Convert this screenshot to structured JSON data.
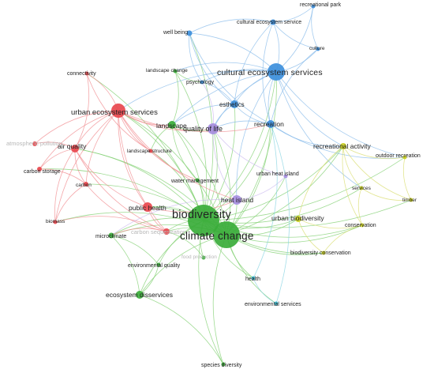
{
  "diagram": {
    "clusters": {
      "red": {
        "color": "#e8474d",
        "edge": "#f08a8d"
      },
      "green": {
        "color": "#3aad3a",
        "edge": "#7fcf6f"
      },
      "blue": {
        "color": "#3d8fdc",
        "edge": "#86b9ea"
      },
      "yellow": {
        "color": "#c9cf1f",
        "edge": "#d8dc6c"
      },
      "purple": {
        "color": "#a68ee0",
        "edge": "#c9b8ef"
      },
      "cyan": {
        "color": "#3ab7cf",
        "edge": "#86d3e2"
      }
    },
    "nodes": [
      {
        "id": "biodiversity",
        "label": "biodiversity",
        "cluster": "green",
        "weight": 10
      },
      {
        "id": "climate_change",
        "label": "climate change",
        "cluster": "green",
        "weight": 9
      },
      {
        "id": "cultural_es",
        "label": "cultural ecosystem services",
        "cluster": "blue",
        "weight": 6
      },
      {
        "id": "urban_es",
        "label": "urban ecosystem services",
        "cluster": "red",
        "weight": 5
      },
      {
        "id": "recreational_park",
        "label": "recreational park",
        "cluster": "blue",
        "weight": 1
      },
      {
        "id": "cultural_ess",
        "label": "cultural ecosystem service",
        "cluster": "blue",
        "weight": 2
      },
      {
        "id": "well_being",
        "label": "well being",
        "cluster": "blue",
        "weight": 2
      },
      {
        "id": "culture",
        "label": "culture",
        "cluster": "blue",
        "weight": 1
      },
      {
        "id": "connectivity",
        "label": "connectivity",
        "cluster": "red",
        "weight": 1
      },
      {
        "id": "landscape_change",
        "label": "landscape change",
        "cluster": "green",
        "weight": 1
      },
      {
        "id": "psychology",
        "label": "psychology",
        "cluster": "blue",
        "weight": 1
      },
      {
        "id": "esthetics",
        "label": "esthetics",
        "cluster": "blue",
        "weight": 3
      },
      {
        "id": "landscape",
        "label": "landscape",
        "cluster": "green",
        "weight": 3
      },
      {
        "id": "quality_of_life",
        "label": "quality of life",
        "cluster": "purple",
        "weight": 4
      },
      {
        "id": "recreation",
        "label": "recreation",
        "cluster": "blue",
        "weight": 3
      },
      {
        "id": "recreational_activity",
        "label": "recreational activity",
        "cluster": "yellow",
        "weight": 2
      },
      {
        "id": "atmospheric_pollution",
        "label": "atmospheric pollution",
        "cluster": "red",
        "weight": 1
      },
      {
        "id": "air_quality",
        "label": "air quality",
        "cluster": "red",
        "weight": 3
      },
      {
        "id": "landscape_structure",
        "label": "landscape structure",
        "cluster": "red",
        "weight": 1
      },
      {
        "id": "outdoor_recreation",
        "label": "outdoor recreation",
        "cluster": "yellow",
        "weight": 1
      },
      {
        "id": "carbon_storage",
        "label": "carbon storage",
        "cluster": "red",
        "weight": 1
      },
      {
        "id": "urban_heat_island",
        "label": "urban heat island",
        "cluster": "purple",
        "weight": 1
      },
      {
        "id": "water_management",
        "label": "water management",
        "cluster": "green",
        "weight": 1
      },
      {
        "id": "carbon",
        "label": "carbon",
        "cluster": "red",
        "weight": 1
      },
      {
        "id": "services",
        "label": "services",
        "cluster": "yellow",
        "weight": 1
      },
      {
        "id": "heat_island",
        "label": "heat island",
        "cluster": "purple",
        "weight": 3
      },
      {
        "id": "public_health",
        "label": "public health",
        "cluster": "red",
        "weight": 3
      },
      {
        "id": "timber",
        "label": "timber",
        "cluster": "yellow",
        "weight": 1
      },
      {
        "id": "urban_biodiversity",
        "label": "urban biodiversity",
        "cluster": "yellow",
        "weight": 2
      },
      {
        "id": "biomass",
        "label": "biomass",
        "cluster": "red",
        "weight": 1
      },
      {
        "id": "conservation",
        "label": "conservation",
        "cluster": "yellow",
        "weight": 1
      },
      {
        "id": "carbon_sequestration",
        "label": "carbon sequestration",
        "cluster": "red",
        "weight": 2
      },
      {
        "id": "microclimate",
        "label": "microclimate",
        "cluster": "green",
        "weight": 2
      },
      {
        "id": "food_production",
        "label": "food production",
        "cluster": "green",
        "weight": 1
      },
      {
        "id": "biodiversity_conservation",
        "label": "biodiversity conservation",
        "cluster": "yellow",
        "weight": 1
      },
      {
        "id": "environmental_quality",
        "label": "environmental quality",
        "cluster": "green",
        "weight": 1
      },
      {
        "id": "health",
        "label": "health",
        "cluster": "cyan",
        "weight": 1
      },
      {
        "id": "ecosystem_disservices",
        "label": "ecosystem disservices",
        "cluster": "green",
        "weight": 3
      },
      {
        "id": "environmental_services",
        "label": "environmental services",
        "cluster": "cyan",
        "weight": 1
      },
      {
        "id": "species_diversity",
        "label": "species diversity",
        "cluster": "green",
        "weight": 1
      }
    ],
    "edges": [
      [
        "biodiversity",
        "climate_change"
      ],
      [
        "biodiversity",
        "cultural_es"
      ],
      [
        "biodiversity",
        "urban_es"
      ],
      [
        "biodiversity",
        "quality_of_life"
      ],
      [
        "biodiversity",
        "landscape"
      ],
      [
        "biodiversity",
        "recreation"
      ],
      [
        "biodiversity",
        "esthetics"
      ],
      [
        "biodiversity",
        "air_quality"
      ],
      [
        "biodiversity",
        "public_health"
      ],
      [
        "biodiversity",
        "heat_island"
      ],
      [
        "biodiversity",
        "urban_biodiversity"
      ],
      [
        "biodiversity",
        "conservation"
      ],
      [
        "biodiversity",
        "services"
      ],
      [
        "biodiversity",
        "recreational_activity"
      ],
      [
        "biodiversity",
        "microclimate"
      ],
      [
        "biodiversity",
        "ecosystem_disservices"
      ],
      [
        "biodiversity",
        "environmental_quality"
      ],
      [
        "biodiversity",
        "species_diversity"
      ],
      [
        "biodiversity",
        "carbon_sequestration"
      ],
      [
        "biodiversity",
        "water_management"
      ],
      [
        "biodiversity",
        "landscape_structure"
      ],
      [
        "biodiversity",
        "carbon_storage"
      ],
      [
        "biodiversity",
        "connectivity"
      ],
      [
        "biodiversity",
        "well_being"
      ],
      [
        "biodiversity",
        "health"
      ],
      [
        "biodiversity",
        "food_production"
      ],
      [
        "biodiversity",
        "landscape_change"
      ],
      [
        "biodiversity",
        "biodiversity_conservation"
      ],
      [
        "biodiversity",
        "timber"
      ],
      [
        "biodiversity",
        "outdoor_recreation"
      ],
      [
        "climate_change",
        "urban_es"
      ],
      [
        "climate_change",
        "cultural_es"
      ],
      [
        "climate_change",
        "heat_island"
      ],
      [
        "climate_change",
        "public_health"
      ],
      [
        "climate_change",
        "air_quality"
      ],
      [
        "climate_change",
        "carbon_sequestration"
      ],
      [
        "climate_change",
        "microclimate"
      ],
      [
        "climate_change",
        "ecosystem_disservices"
      ],
      [
        "climate_change",
        "urban_biodiversity"
      ],
      [
        "climate_change",
        "conservation"
      ],
      [
        "climate_change",
        "recreation"
      ],
      [
        "climate_change",
        "quality_of_life"
      ],
      [
        "climate_change",
        "biodiversity_conservation"
      ],
      [
        "climate_change",
        "environmental_services"
      ],
      [
        "climate_change",
        "health"
      ],
      [
        "climate_change",
        "carbon"
      ],
      [
        "climate_change",
        "biomass"
      ],
      [
        "climate_change",
        "landscape"
      ],
      [
        "climate_change",
        "species_diversity"
      ],
      [
        "climate_change",
        "recreational_activity"
      ],
      [
        "climate_change",
        "urban_heat_island"
      ],
      [
        "cultural_es",
        "cultural_ess"
      ],
      [
        "cultural_es",
        "recreational_park"
      ],
      [
        "cultural_es",
        "well_being"
      ],
      [
        "cultural_es",
        "culture"
      ],
      [
        "cultural_es",
        "esthetics"
      ],
      [
        "cultural_es",
        "recreation"
      ],
      [
        "cultural_es",
        "psychology"
      ],
      [
        "cultural_es",
        "landscape_change"
      ],
      [
        "cultural_es",
        "quality_of_life"
      ],
      [
        "cultural_es",
        "recreational_activity"
      ],
      [
        "cultural_es",
        "urban_es"
      ],
      [
        "cultural_es",
        "landscape"
      ],
      [
        "cultural_es",
        "outdoor_recreation"
      ],
      [
        "cultural_es",
        "heat_island"
      ],
      [
        "cultural_es",
        "services"
      ],
      [
        "cultural_ess",
        "recreational_park"
      ],
      [
        "cultural_ess",
        "well_being"
      ],
      [
        "cultural_ess",
        "culture"
      ],
      [
        "cultural_ess",
        "recreation"
      ],
      [
        "cultural_ess",
        "esthetics"
      ],
      [
        "well_being",
        "esthetics"
      ],
      [
        "well_being",
        "psychology"
      ],
      [
        "well_being",
        "recreation"
      ],
      [
        "culture",
        "recreation"
      ],
      [
        "esthetics",
        "recreation"
      ],
      [
        "esthetics",
        "quality_of_life"
      ],
      [
        "esthetics",
        "landscape"
      ],
      [
        "esthetics",
        "psychology"
      ],
      [
        "recreation",
        "recreational_activity"
      ],
      [
        "recreation",
        "outdoor_recreation"
      ],
      [
        "recreation",
        "quality_of_life"
      ],
      [
        "urban_es",
        "connectivity"
      ],
      [
        "urban_es",
        "air_quality"
      ],
      [
        "urban_es",
        "atmospheric_pollution"
      ],
      [
        "urban_es",
        "carbon_storage"
      ],
      [
        "urban_es",
        "carbon"
      ],
      [
        "urban_es",
        "public_health"
      ],
      [
        "urban_es",
        "landscape"
      ],
      [
        "urban_es",
        "landscape_structure"
      ],
      [
        "urban_es",
        "quality_of_life"
      ],
      [
        "urban_es",
        "biomass"
      ],
      [
        "urban_es",
        "carbon_sequestration"
      ],
      [
        "urban_es",
        "water_management"
      ],
      [
        "urban_es",
        "heat_island"
      ],
      [
        "urban_es",
        "recreation"
      ],
      [
        "air_quality",
        "atmospheric_pollution"
      ],
      [
        "air_quality",
        "carbon_storage"
      ],
      [
        "air_quality",
        "public_health"
      ],
      [
        "air_quality",
        "carbon"
      ],
      [
        "air_quality",
        "connectivity"
      ],
      [
        "air_quality",
        "carbon_sequestration"
      ],
      [
        "air_quality",
        "biomass"
      ],
      [
        "public_health",
        "carbon_sequestration"
      ],
      [
        "public_health",
        "heat_island"
      ],
      [
        "carbon",
        "carbon_storage"
      ],
      [
        "carbon",
        "biomass"
      ],
      [
        "carbon",
        "carbon_sequestration"
      ],
      [
        "carbon_sequestration",
        "microclimate"
      ],
      [
        "carbon_sequestration",
        "biomass"
      ],
      [
        "landscape",
        "landscape_structure"
      ],
      [
        "landscape",
        "landscape_change"
      ],
      [
        "landscape",
        "quality_of_life"
      ],
      [
        "landscape",
        "water_management"
      ],
      [
        "quality_of_life",
        "heat_island"
      ],
      [
        "quality_of_life",
        "urban_heat_island"
      ],
      [
        "quality_of_life",
        "psychology"
      ],
      [
        "heat_island",
        "urban_heat_island"
      ],
      [
        "heat_island",
        "microclimate"
      ],
      [
        "recreational_activity",
        "outdoor_recreation"
      ],
      [
        "recreational_activity",
        "services"
      ],
      [
        "recreational_activity",
        "timber"
      ],
      [
        "recreational_activity",
        "conservation"
      ],
      [
        "recreational_activity",
        "urban_biodiversity"
      ],
      [
        "services",
        "timber"
      ],
      [
        "services",
        "conservation"
      ],
      [
        "urban_biodiversity",
        "conservation"
      ],
      [
        "urban_biodiversity",
        "biodiversity_conservation"
      ],
      [
        "conservation",
        "biodiversity_conservation"
      ],
      [
        "outdoor_recreation",
        "timber"
      ],
      [
        "ecosystem_disservices",
        "microclimate"
      ],
      [
        "ecosystem_disservices",
        "environmental_quality"
      ],
      [
        "environmental_quality",
        "microclimate"
      ],
      [
        "food_production",
        "carbon_sequestration"
      ],
      [
        "health",
        "environmental_services"
      ],
      [
        "health",
        "recreation"
      ],
      [
        "environmental_services",
        "recreation"
      ],
      [
        "species_diversity",
        "ecosystem_disservices"
      ],
      [
        "landscape_change",
        "psychology"
      ],
      [
        "connectivity",
        "landscape_structure"
      ],
      [
        "recreational_park",
        "culture"
      ]
    ]
  }
}
